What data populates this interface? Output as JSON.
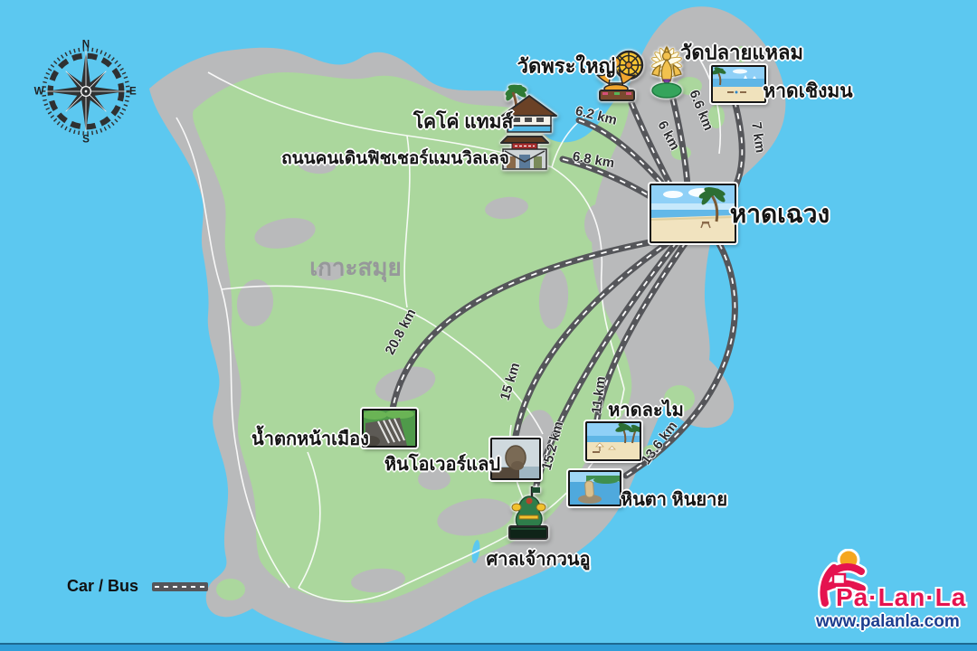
{
  "island_label": "เกาะสมุย",
  "hub": {
    "name": "หาดเฉวง"
  },
  "locations": [
    {
      "name": "วัดพระใหญ่",
      "distance": "6 km"
    },
    {
      "name": "วัดปลายแหลม",
      "distance": "6.6 km"
    },
    {
      "name": "หาดเชิงมน",
      "distance": "7 km"
    },
    {
      "name": "โคโค่ แทมส์",
      "distance": "6.2 km"
    },
    {
      "name": "ถนนคนเดินฟิชเชอร์แมนวิลเลจ",
      "distance": "6.8 km"
    },
    {
      "name": "น้ำตกหน้าเมือง",
      "distance": "20.8 km"
    },
    {
      "name": "หินโอเวอร์แลป",
      "distance": "15 km"
    },
    {
      "name": "ศาลเจ้ากวนอู",
      "distance": "15.2 km"
    },
    {
      "name": "หาดละไม",
      "distance": "11 km"
    },
    {
      "name": "หินตา หินยาย",
      "distance": "13.6 km"
    }
  ],
  "compass": {
    "north": "N",
    "east": "E",
    "south": "S",
    "west": "W"
  },
  "legend": {
    "car_bus": "Car / Bus"
  },
  "branding": {
    "name": "Pa·Lan·La",
    "website": "www.palanla.com"
  },
  "colors": {
    "sea": "#5cc8f0",
    "land": "#b9babb",
    "vegetation": "#abd79d",
    "road": "#55565a",
    "road_dash": "#ffffff",
    "label_text": "#141414",
    "island_label_text": "#96989a",
    "brand_red": "#e5134f",
    "brand_blue": "#1c3d8f",
    "brand_orange": "#f5a61f"
  }
}
